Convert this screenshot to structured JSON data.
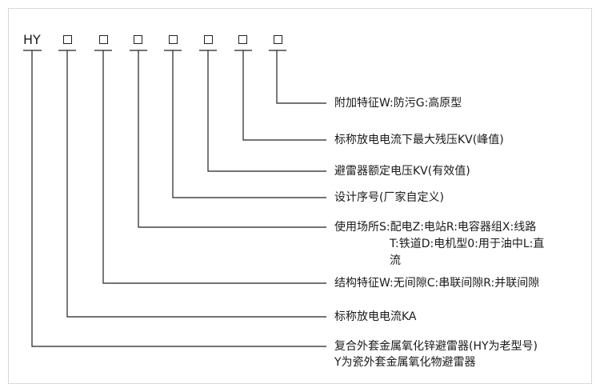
{
  "model": {
    "prefix": "HY",
    "placeholder_count": 7
  },
  "items": [
    {
      "id": "additional-feature",
      "text": "附加特征W:防污G:高原型"
    },
    {
      "id": "rated-discharge-residual-voltage",
      "text": "标称放电电流下最大残压KV(峰值)"
    },
    {
      "id": "rated-voltage",
      "text": "避雷器额定电压KV(有效值)"
    },
    {
      "id": "design-serial",
      "text": "设计序号(厂家自定义)"
    },
    {
      "id": "application",
      "lines": [
        "使用场所S:配电Z:电站R:电容器组X:线路",
        "T:铁道D:电机型0:用于油中L:直",
        "流"
      ]
    },
    {
      "id": "structure",
      "text": "结构特征W:无间隙C:串联间隙R:并联间隙"
    },
    {
      "id": "discharge-current",
      "text": "标称放电电流KA"
    },
    {
      "id": "type",
      "lines": [
        "复合外套金属氧化锌避雷器(HY为老型号)",
        "Y为瓷外套金属氧化物避雷器"
      ]
    }
  ],
  "colors": {
    "line": "#222222",
    "text": "#1a1a1a",
    "frame": "#d8d8d8"
  }
}
